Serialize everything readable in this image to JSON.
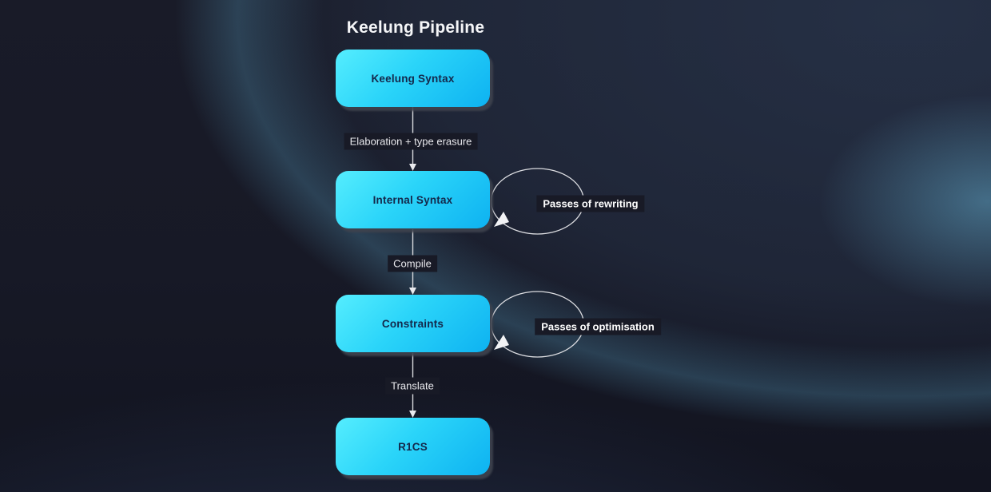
{
  "title": "Keelung Pipeline",
  "nodes": [
    {
      "id": "keelung-syntax",
      "label": "Keelung Syntax"
    },
    {
      "id": "internal-syntax",
      "label": "Internal Syntax"
    },
    {
      "id": "constraints",
      "label": "Constraints"
    },
    {
      "id": "r1cs",
      "label": "R1CS"
    }
  ],
  "edges": [
    {
      "from": "keelung-syntax",
      "to": "internal-syntax",
      "label": "Elaboration + type erasure"
    },
    {
      "from": "internal-syntax",
      "to": "constraints",
      "label": "Compile"
    },
    {
      "from": "constraints",
      "to": "r1cs",
      "label": "Translate"
    }
  ],
  "loops": [
    {
      "on": "internal-syntax",
      "label": "Passes of rewriting"
    },
    {
      "on": "constraints",
      "label": "Passes of optimisation"
    }
  ],
  "colors": {
    "background_base": "#181A27",
    "background_glow_teal": "#46788F",
    "node_gradient_start": "#55EDFE",
    "node_gradient_end": "#0EB2F1",
    "node_text": "#14284B",
    "edge_stroke": "#D8D9DD",
    "edge_label_text": "#E9E9ED",
    "loop_label_text": "#FFFFFF",
    "title_text": "#F5F6F8"
  }
}
